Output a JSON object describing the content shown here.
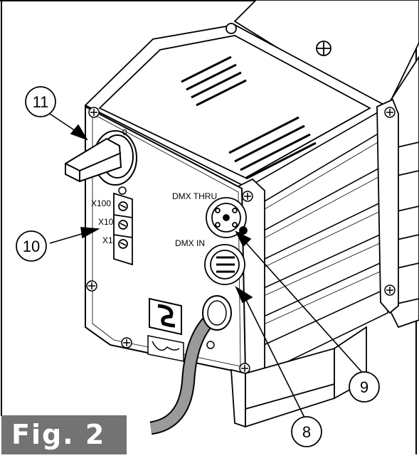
{
  "figure": {
    "label": "Fig. 2"
  },
  "callouts": [
    {
      "id": "8",
      "text": "8"
    },
    {
      "id": "9",
      "text": "9"
    },
    {
      "id": "10",
      "text": "10"
    },
    {
      "id": "11",
      "text": "11"
    }
  ],
  "panel_labels": {
    "dial_zero": "0",
    "switch_x100": "X100",
    "switch_x10": "X10",
    "switch_x1": "X1",
    "dmx_thru": "DMX THRU",
    "dmx_in": "DMX IN"
  }
}
